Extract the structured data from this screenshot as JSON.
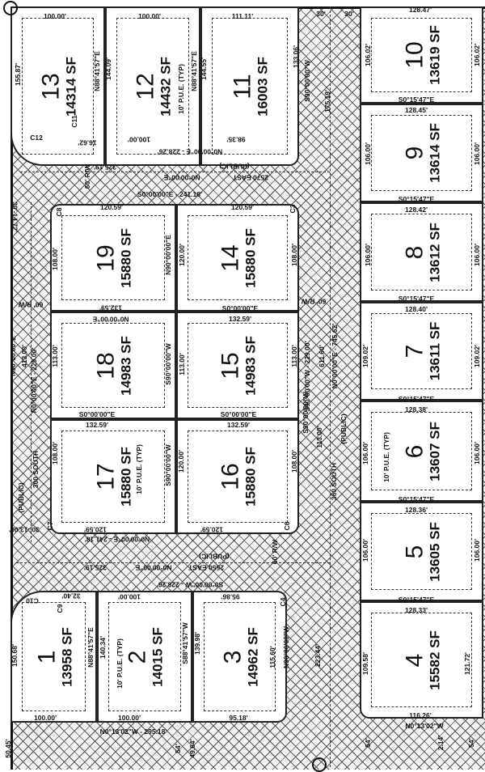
{
  "plat": {
    "lots": [
      {
        "number": "13",
        "area": "14314 SF"
      },
      {
        "number": "12",
        "area": "14432 SF"
      },
      {
        "number": "11",
        "area": "16003 SF"
      },
      {
        "number": "10",
        "area": "13619 SF"
      },
      {
        "number": "9",
        "area": "13614 SF"
      },
      {
        "number": "8",
        "area": "13612 SF"
      },
      {
        "number": "7",
        "area": "13611 SF"
      },
      {
        "number": "6",
        "area": "13607 SF"
      },
      {
        "number": "5",
        "area": "13605 SF"
      },
      {
        "number": "4",
        "area": "15582 SF"
      },
      {
        "number": "19",
        "area": "15880 SF"
      },
      {
        "number": "14",
        "area": "15880 SF"
      },
      {
        "number": "18",
        "area": "14983 SF"
      },
      {
        "number": "15",
        "area": "14983 SF"
      },
      {
        "number": "17",
        "area": "15880 SF"
      },
      {
        "number": "16",
        "area": "15880 SF"
      },
      {
        "number": "1",
        "area": "13958 SF"
      },
      {
        "number": "2",
        "area": "14015 SF"
      },
      {
        "number": "3",
        "area": "14962 SF"
      }
    ],
    "labels": [
      "100.00'",
      "100.00'",
      "111.11'",
      "30'",
      "30'",
      "128.47'",
      "155.87'",
      "N88°41'57\"E",
      "144.09'",
      "10' P.U.E. (TYP)",
      "N88°41'57\"E",
      "144.55'",
      "133.06'",
      "S90°00'00\"W",
      "175.19'",
      "106.02'",
      "106.02'",
      "C11",
      "C12",
      "S0°15'47\"E",
      "128.45'",
      "106.00'",
      "106.00'",
      "16.62'",
      "100.00'",
      "98.35'",
      "N0°00'00\"E - 228.26'",
      "60' R/W",
      "325.19'",
      "(PUBLIC)",
      "N0°00'00\"E",
      "2570 EAST",
      "S0°00'00\"E - 241.18'",
      "C8",
      "C3",
      "120.59'",
      "120.59'",
      "S0°15'47\"E",
      "128.42'",
      "30'-14.72'",
      "108.00'",
      "N90°00'00\"E",
      "120.00'",
      "108.00'",
      "106.00'",
      "106.00'",
      "60' R/W",
      "60' R/W",
      "132.59'",
      "N0°00'00\"E",
      "S0°00'00\"E",
      "132.59'",
      "S0°15'47\"E",
      "128.40'",
      "N90°00'00\"E",
      "413.00'",
      "N0°00'00\"E - 229.00'",
      "113.00'",
      "S90°00'00\"W",
      "113.00'",
      "113.00'",
      "S90°00'00\"W - 229.00'",
      "611.60'",
      "N0°00'00\"E - 745.62'",
      "109.02'",
      "109.02'",
      "S0°00'00\"E",
      "S0°00'00\"E",
      "132.59'",
      "132.59'",
      "S0°15'47\"E",
      "128.38'",
      "300 SOUTH",
      "(PUBLIC)",
      "10' P.U.E. (TYP)",
      "108.00'",
      "S90°00'00\"W",
      "120.00'",
      "108.00'",
      "S90°00'00\"W",
      "113.00'",
      "360 SOUTH",
      "(PUBLIC)",
      "10' P.U.E. (TYP)",
      "106.00'",
      "106.00'",
      "S0°15'47\"E",
      "128.36'",
      "106.00'",
      "106.00'",
      "30'-13.06'",
      "C7",
      "C6",
      "120.59'",
      "120.59'",
      "N0°00'00\"E - 241.18'",
      "60' R/W",
      "(PUBLIC)",
      "2550 EAST",
      "N0°00'00\"E",
      "325.19'",
      "S0°00'00\"W - 228.26'",
      "C10",
      "C9",
      "32.40'",
      "100.00'",
      "95.86'",
      "C4",
      "150.68'",
      "N88°41'57\"E",
      "140.34'",
      "10' P.U.E. (TYP)",
      "S88°41'57\"W",
      "139.98'",
      "115.60'",
      "N90°00'00\"W",
      "223.44'",
      "109.58'",
      "121.72'",
      "S0°15'47\"E",
      "128.33'",
      "100.00'",
      "100.00'",
      "95.18'",
      "116.26'",
      "N0°13'02\"W",
      "N0°13'02\"W - 295.18'",
      "50.45'",
      "54'",
      "49.64'",
      "54'",
      "2.14'",
      "54'"
    ]
  },
  "colors": {
    "line": "#111111",
    "hatch": "#555555",
    "background": "#ffffff"
  }
}
